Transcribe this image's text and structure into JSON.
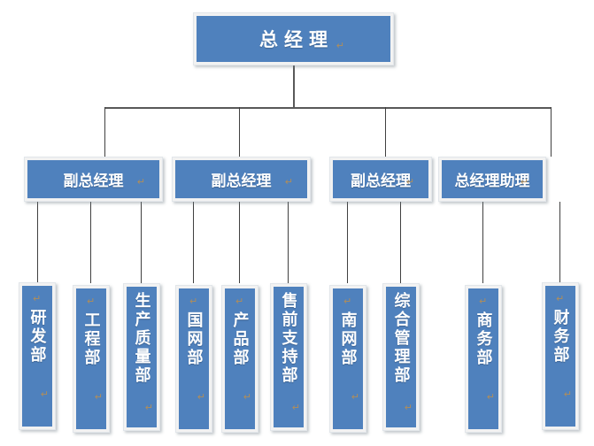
{
  "chart_data": {
    "type": "diagram",
    "diagram_type": "organization-chart",
    "title": "",
    "orientation": "top-down",
    "colors": {
      "node_fill": "#4F81BD",
      "node_frame": "#F2F2F2",
      "node_text": "#FFFFFF",
      "connector": "#404040",
      "background": "#FFFFFF",
      "pilcrow": "#B08D5A"
    },
    "levels": [
      {
        "level": 1,
        "count": 1,
        "orientation": "horizontal-text"
      },
      {
        "level": 2,
        "count": 4,
        "orientation": "horizontal-text"
      },
      {
        "level": 3,
        "count": 10,
        "orientation": "vertical-text"
      }
    ],
    "nodes": [
      {
        "id": "n0",
        "level": 1,
        "label": "总经理",
        "parent": null,
        "children": [
          "n1",
          "n2",
          "n3",
          "n4"
        ]
      },
      {
        "id": "n1",
        "level": 2,
        "label": "副总经理",
        "parent": "n0",
        "children": [
          "d1",
          "d2",
          "d3"
        ]
      },
      {
        "id": "n2",
        "level": 2,
        "label": "副总经理",
        "parent": "n0",
        "children": [
          "d4",
          "d5",
          "d6"
        ]
      },
      {
        "id": "n3",
        "level": 2,
        "label": "副总经理",
        "parent": "n0",
        "children": [
          "d7",
          "d8"
        ]
      },
      {
        "id": "n4",
        "level": 2,
        "label": "总经理助理",
        "parent": "n0",
        "children": [
          "d9",
          "d10"
        ]
      },
      {
        "id": "d1",
        "level": 3,
        "label": "研发部",
        "parent": "n1"
      },
      {
        "id": "d2",
        "level": 3,
        "label": "工程部",
        "parent": "n1"
      },
      {
        "id": "d3",
        "level": 3,
        "label": "生产质量部",
        "parent": "n1"
      },
      {
        "id": "d4",
        "level": 3,
        "label": "国网部",
        "parent": "n2"
      },
      {
        "id": "d5",
        "level": 3,
        "label": "产品部",
        "parent": "n2"
      },
      {
        "id": "d6",
        "level": 3,
        "label": "售前支持部",
        "parent": "n2"
      },
      {
        "id": "d7",
        "level": 3,
        "label": "南网部",
        "parent": "n3"
      },
      {
        "id": "d8",
        "level": 3,
        "label": "综合管理部",
        "parent": "n3"
      },
      {
        "id": "d9",
        "level": 3,
        "label": "商务部",
        "parent": "n4"
      },
      {
        "id": "d10",
        "level": 3,
        "label": "财务部",
        "parent": "n4"
      }
    ]
  },
  "top": {
    "general_manager": "总经理",
    "pilcrow": "↵"
  },
  "managers": [
    {
      "label": "副总经理",
      "pilcrow": "↵"
    },
    {
      "label": "副总经理",
      "pilcrow": "↵"
    },
    {
      "label": "副总经理",
      "pilcrow": "↵"
    },
    {
      "label": "总经理助理",
      "pilcrow": "↵"
    }
  ],
  "departments": [
    {
      "label": "研发部",
      "pilcrow_top": "↵",
      "pilcrow_trail": "↵"
    },
    {
      "label": "工程部",
      "pilcrow_top": "↵",
      "pilcrow_trail": "↵"
    },
    {
      "label": "生产质量部",
      "pilcrow_top": "",
      "pilcrow_trail": "↵"
    },
    {
      "label": "国网部",
      "pilcrow_top": "↵",
      "pilcrow_trail": "↵"
    },
    {
      "label": "产品部",
      "pilcrow_top": "↵",
      "pilcrow_trail": "↵"
    },
    {
      "label": "售前支持部",
      "pilcrow_top": "",
      "pilcrow_trail": "↵"
    },
    {
      "label": "南网部",
      "pilcrow_top": "↵",
      "pilcrow_trail": "↵"
    },
    {
      "label": "综合管理部",
      "pilcrow_top": "",
      "pilcrow_trail": "↵"
    },
    {
      "label": "商务部",
      "pilcrow_top": "↵",
      "pilcrow_trail": "↵"
    },
    {
      "label": "财务部",
      "pilcrow_top": "↵",
      "pilcrow_trail": "↵"
    }
  ]
}
